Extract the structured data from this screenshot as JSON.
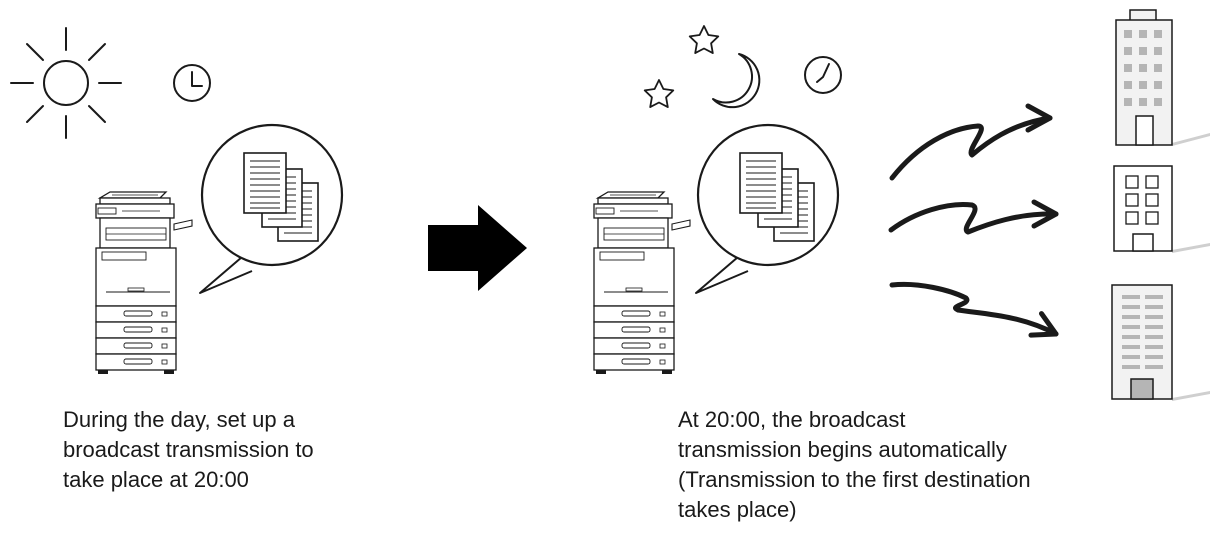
{
  "captions": {
    "left": {
      "lines": [
        "During the day, set up a",
        "broadcast transmission to",
        "take place at 20:00"
      ]
    },
    "right": {
      "lines": [
        "At 20:00, the broadcast",
        "transmission begins automatically",
        "(Transmission to the first destination",
        "takes place)"
      ]
    }
  },
  "icons": {
    "day": [
      "sun-icon",
      "clock-icon"
    ],
    "night": [
      "star-icon",
      "star-icon",
      "moon-icon",
      "clock-icon"
    ],
    "devices": [
      "multifunction-printer-icon",
      "multifunction-printer-icon"
    ],
    "documents": [
      "document-stack-icon",
      "document-stack-icon"
    ],
    "flow": [
      "right-arrow-icon"
    ],
    "transmissions": [
      "transmission-arrow-icon",
      "transmission-arrow-icon",
      "transmission-arrow-icon"
    ],
    "destinations": [
      "building-icon",
      "building-icon",
      "building-icon"
    ]
  },
  "colors": {
    "line": "#1a1a1a",
    "building_fill": "#f2f2f2",
    "window": "#b5b5b5",
    "shadow": "#cfcfcf",
    "arrow_fill": "#000000"
  }
}
